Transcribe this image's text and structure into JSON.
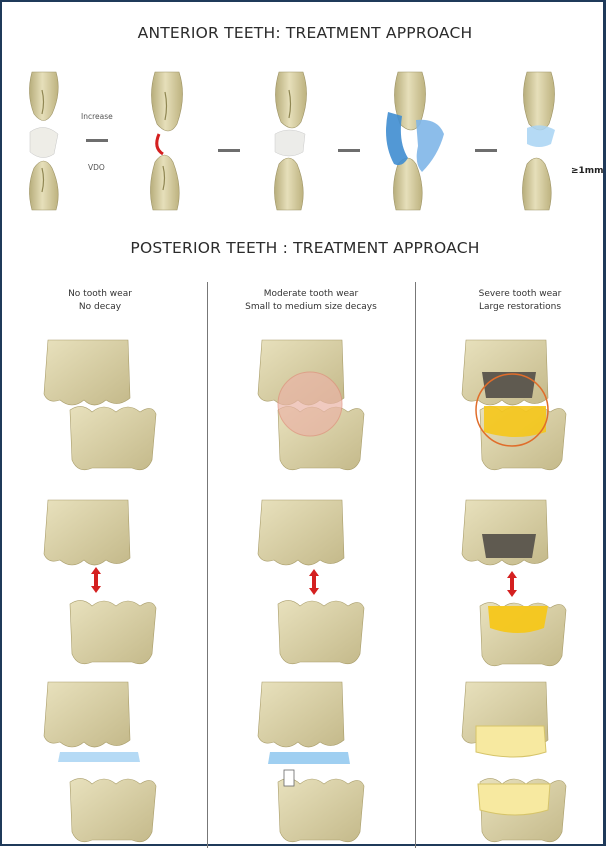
{
  "anterior": {
    "title": "ANTERIOR TEETH: TREATMENT APPROACH",
    "increase_label": "Increase",
    "vdo_label": "VDO",
    "thickness_label": "≥1mm"
  },
  "posterior": {
    "title": "POSTERIOR TEETH : TREATMENT APPROACH",
    "columns": [
      {
        "line1": "No tooth wear",
        "line2": "No decay"
      },
      {
        "line1": "Moderate tooth wear",
        "line2": "Small to medium size decays"
      },
      {
        "line1": "Severe tooth wear",
        "line2": "Large restorations"
      }
    ]
  },
  "colors": {
    "frame": "#1f3a5a",
    "tooth": "#ddd6ad",
    "tooth_shade": "#b8ad78",
    "blue_material": "#79b6e6",
    "red_arrow": "#d42020",
    "gray_arrow": "#6e6e6e",
    "decay_pink": "#eab4a6",
    "restoration_yellow": "#f5c71a",
    "dark_core": "#5f5a50"
  }
}
